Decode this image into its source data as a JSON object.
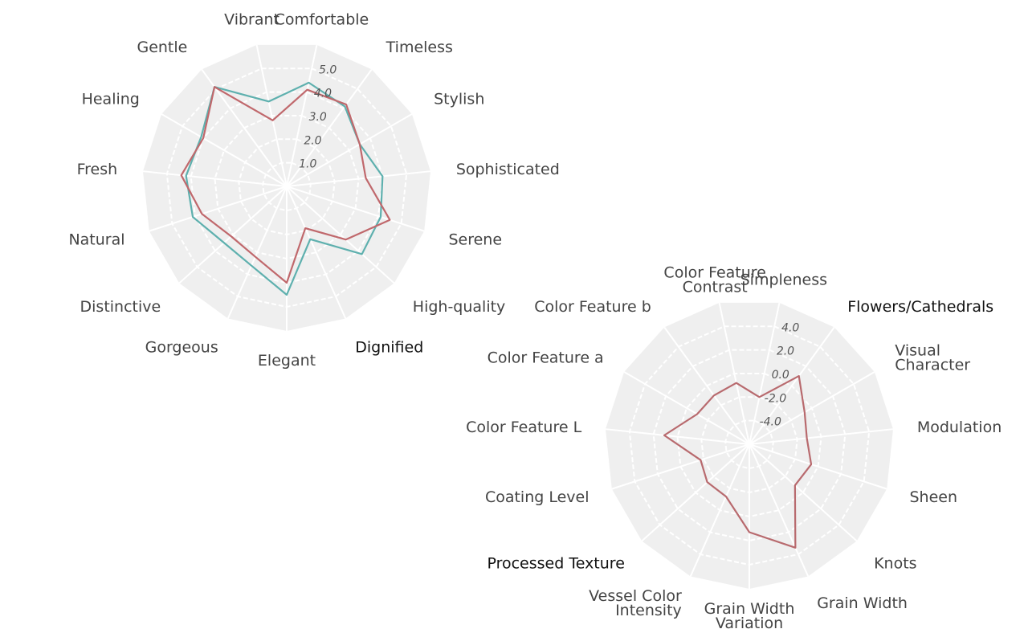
{
  "chart_data": [
    {
      "type": "radar",
      "title": "",
      "range": [
        0,
        6
      ],
      "tick_labels": [
        "1.0",
        "2.0",
        "3.0",
        "4.0",
        "5.0"
      ],
      "tick_values": [
        1,
        2,
        3,
        4,
        5
      ],
      "categories": [
        "Comfortable",
        "Timeless",
        "Stylish",
        "Sophisticated",
        "Serene",
        "High-quality",
        "Dignified",
        "Elegant",
        "Gorgeous",
        "Distinctive",
        "Natural",
        "Fresh",
        "Healing",
        "Gentle",
        "Vibrant"
      ],
      "dark_labels": [
        "Dignified"
      ],
      "series": [
        {
          "name": "teal",
          "color": "#5eb0ae",
          "values": [
            4.4,
            4.1,
            3.5,
            4.0,
            4.1,
            4.2,
            2.4,
            4.5,
            3.6,
            3.5,
            4.1,
            4.2,
            4.1,
            5.1,
            3.6
          ]
        },
        {
          "name": "red",
          "color": "#c0686c",
          "values": [
            4.1,
            4.2,
            3.5,
            3.3,
            4.5,
            3.3,
            1.9,
            4.0,
            3.2,
            3.1,
            3.7,
            4.4,
            4.0,
            5.1,
            2.8
          ]
        }
      ]
    },
    {
      "type": "radar",
      "title": "",
      "range": [
        -6,
        6
      ],
      "tick_labels": [
        "-4.0",
        "-2.0",
        "0.0",
        "2.0",
        "4.0"
      ],
      "tick_values": [
        -4,
        -2,
        0,
        2,
        4
      ],
      "categories": [
        "Simpleness",
        "Flowers/Cathedrals",
        "Visual\nCharacter",
        "Modulation",
        "Sheen",
        "Knots",
        "Grain Width",
        "Grain Width\nVariation",
        "Vessel Color\nIntensity",
        "Processed Texture",
        "Coating Level",
        "Color Feature L",
        "Color Feature a",
        "Color Feature b",
        "Color Feature\nContrast"
      ],
      "dark_labels": [
        "Flowers/Cathedrals",
        "Processed Texture"
      ],
      "series": [
        {
          "name": "red",
          "color": "#b86a6e",
          "values": [
            -2.0,
            1.0,
            -0.7,
            -1.2,
            -0.6,
            -0.9,
            3.4,
            1.3,
            -1.25,
            -1.3,
            -1.75,
            1.1,
            -1.0,
            -1.0,
            -0.8
          ]
        }
      ]
    }
  ]
}
